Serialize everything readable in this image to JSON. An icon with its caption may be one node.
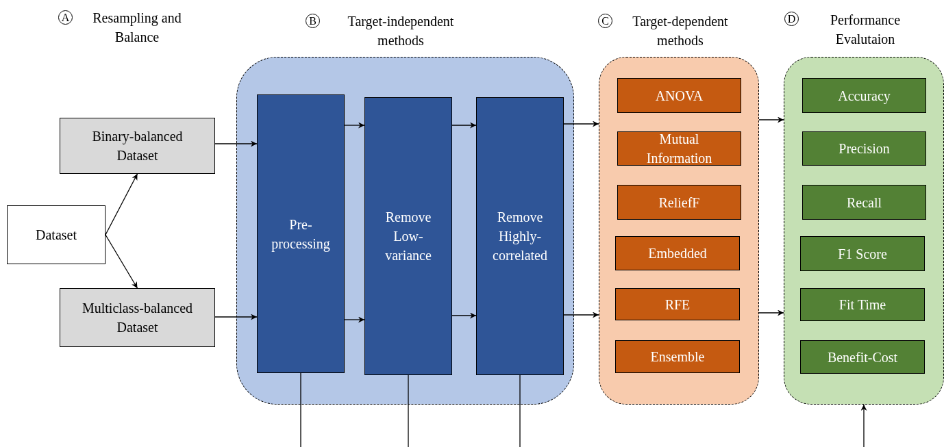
{
  "diagram": {
    "nodes": [
      {
        "text": [
          "Dataset"
        ]
      },
      {
        "text": [
          "Binary-balanced Dataset"
        ]
      },
      {
        "text": [
          "Multiclass-balanced Dataset"
        ]
      },
      {
        "text": [
          "Target-independent methods"
        ]
      },
      {
        "text": [
          "Pre-processing"
        ],
        "in": 3
      },
      {
        "text": [
          "Remove Low-variance"
        ],
        "in": 3
      },
      {
        "text": [
          "Remove Highly-correlated"
        ],
        "in": 3
      },
      {
        "text": [
          "Target-dependent methods"
        ]
      },
      {
        "text": [
          "ANOVA"
        ],
        "in": 7
      },
      {
        "text": [
          "Mutual Information"
        ],
        "in": 7
      },
      {
        "text": [
          "ReliefF"
        ],
        "in": 7
      },
      {
        "text": [
          "Embedded"
        ],
        "in": 7
      },
      {
        "text": [
          "RFE"
        ],
        "in": 7
      },
      {
        "text": [
          "Ensemble"
        ],
        "in": 7
      },
      {
        "text": [
          "Performance Evalutaion"
        ]
      },
      {
        "text": [
          "Accuracy"
        ],
        "in": 14
      },
      {
        "text": [
          "Precision"
        ],
        "in": 14
      },
      {
        "text": [
          "Recall"
        ],
        "in": 14
      },
      {
        "text": [
          "F1 Score"
        ],
        "in": 14
      },
      {
        "text": [
          "Fit Time"
        ],
        "in": 14
      },
      {
        "text": [
          "Benefit-Cost"
        ],
        "in": 14
      }
    ],
    "edges": [
      {
        "from": 0,
        "to": 1,
        "arrow": "to"
      },
      {
        "from": 0,
        "to": 2,
        "arrow": "to"
      },
      {
        "from": 1,
        "to": 4,
        "arrow": "to"
      },
      {
        "from": 2,
        "to": 4,
        "arrow": "to"
      },
      {
        "from": 4,
        "to": 5,
        "arrow": "to"
      },
      {
        "from": 4,
        "to": 5,
        "arrow": "to"
      },
      {
        "from": 5,
        "to": 6,
        "arrow": "to"
      },
      {
        "from": 5,
        "to": 6,
        "arrow": "to"
      },
      {
        "from": 6,
        "to": 7,
        "arrow": "to"
      },
      {
        "from": 6,
        "to": 7,
        "arrow": "to"
      },
      {
        "from": 7,
        "to": 14,
        "arrow": "to"
      },
      {
        "from": 7,
        "to": 14,
        "arrow": "to"
      },
      {
        "from": 4,
        "to": null,
        "arrow": "none"
      },
      {
        "from": 5,
        "to": null,
        "arrow": "none"
      },
      {
        "from": 6,
        "to": null,
        "arrow": "none"
      },
      {
        "from": null,
        "to": 14,
        "arrow": "to"
      }
    ],
    "labels": [
      "A",
      "Resampling and Balance",
      "B",
      "C",
      "D"
    ]
  }
}
